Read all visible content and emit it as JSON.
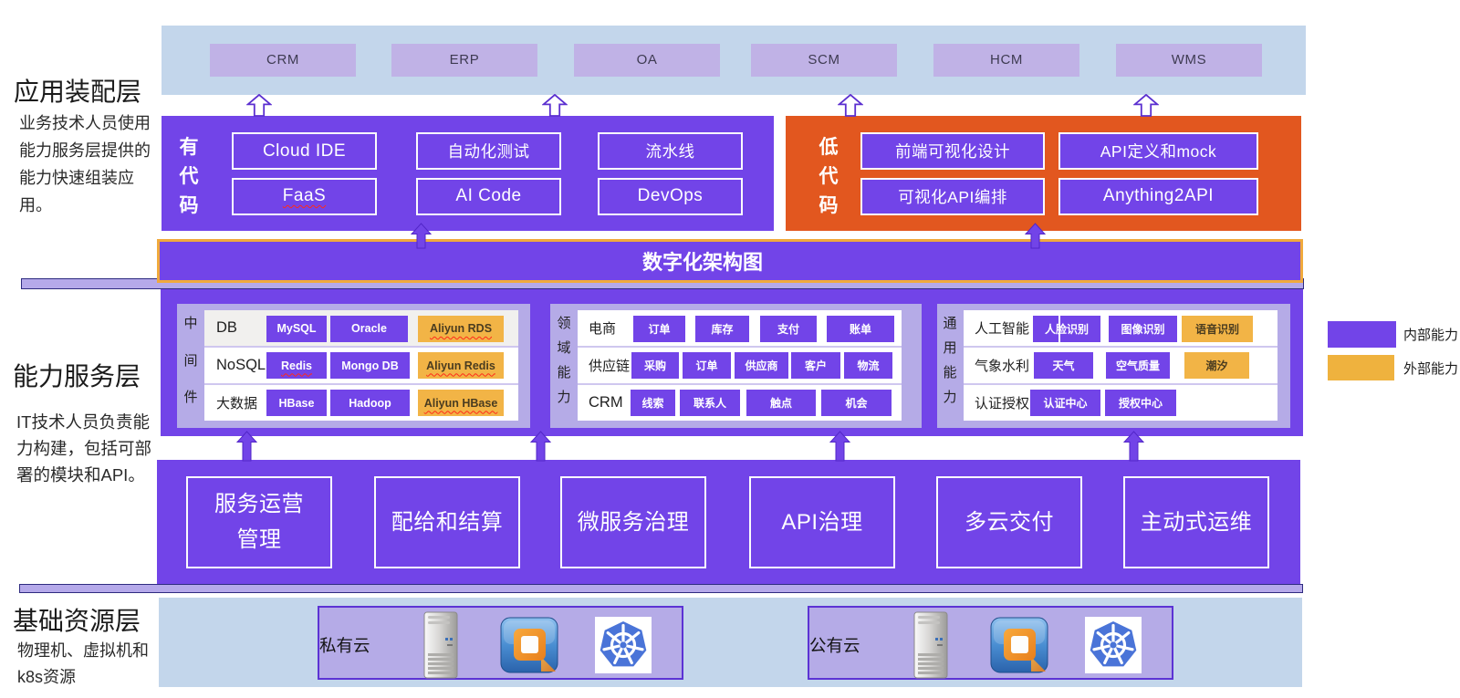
{
  "colors": {
    "purple": "#7244E8",
    "lavender_app_box": "#C0B2E6",
    "group_bg": "#B5ABE7",
    "separator_fill": "#B5A9EA",
    "separator_border": "#2E2B80",
    "orange_band": "#E2571F",
    "orange_chip": "#F2B446",
    "light_blue": "#C3D6EB",
    "bar_border": "#F0A93C",
    "cloud_box": "#B5ABE7",
    "cloud_box_border": "#5C33D4"
  },
  "left_panel": {
    "sections": [
      {
        "title": "应用装配层",
        "lines": [
          "业务技术人员使用",
          "能力服务层提供的",
          "能力快速组装应",
          "用。"
        ]
      },
      {
        "title": "能力服务层",
        "lines": [
          "IT技术人员负责能",
          "力构建，包括可部",
          "署的模块和API。"
        ]
      },
      {
        "title": "基础资源层",
        "lines": [
          "物理机、虚拟机和",
          "k8s资源"
        ]
      }
    ]
  },
  "app_band": {
    "apps": [
      "CRM",
      "ERP",
      "OA",
      "SCM",
      "HCM",
      "WMS"
    ]
  },
  "procode_band": {
    "label": "有代码",
    "boxes": [
      {
        "label": "Cloud IDE"
      },
      {
        "label": "自动化测试"
      },
      {
        "label": "流水线"
      },
      {
        "label": "FaaS",
        "misspelled": true
      },
      {
        "label": "AI Code"
      },
      {
        "label": "DevOps"
      }
    ]
  },
  "lowcode_band": {
    "label": "低代码",
    "boxes": [
      {
        "label": "前端可视化设计"
      },
      {
        "label": "API定义和mock"
      },
      {
        "label": "可视化API编排"
      },
      {
        "label": "Anything2API"
      }
    ]
  },
  "architecture_bar": {
    "label": "数字化架构图"
  },
  "capability_band": {
    "groups": [
      {
        "label": "中间件",
        "rows": [
          {
            "label": "DB",
            "chips": [
              {
                "label": "MySQL",
                "type": "internal"
              },
              {
                "label": "Oracle",
                "type": "internal"
              },
              {
                "label": "Aliyun RDS",
                "type": "external",
                "misspelled": true
              }
            ]
          },
          {
            "label": "NoSQL",
            "chips": [
              {
                "label": "Redis",
                "type": "internal",
                "misspelled": true
              },
              {
                "label": "Mongo DB",
                "type": "internal"
              },
              {
                "label": "Aliyun Redis",
                "type": "external",
                "misspelled": true
              }
            ]
          },
          {
            "label": "大数据",
            "chips": [
              {
                "label": "HBase",
                "type": "internal"
              },
              {
                "label": "Hadoop",
                "type": "internal"
              },
              {
                "label": "Aliyun HBase",
                "type": "external",
                "misspelled": true
              }
            ]
          }
        ]
      },
      {
        "label": "领域能力",
        "rows": [
          {
            "label": "电商",
            "chips": [
              {
                "label": "订单",
                "type": "internal"
              },
              {
                "label": "库存",
                "type": "internal"
              },
              {
                "label": "支付",
                "type": "internal"
              },
              {
                "label": "账单",
                "type": "internal"
              }
            ]
          },
          {
            "label": "供应链",
            "chips": [
              {
                "label": "采购",
                "type": "internal"
              },
              {
                "label": "订单",
                "type": "internal"
              },
              {
                "label": "供应商",
                "type": "internal"
              },
              {
                "label": "客户",
                "type": "internal"
              },
              {
                "label": "物流",
                "type": "internal"
              }
            ]
          },
          {
            "label": "CRM",
            "chips": [
              {
                "label": "线索",
                "type": "internal"
              },
              {
                "label": "联系人",
                "type": "internal"
              },
              {
                "label": "触点",
                "type": "internal"
              },
              {
                "label": "机会",
                "type": "internal"
              }
            ]
          }
        ]
      },
      {
        "label": "通用能力",
        "rows": [
          {
            "label": "人工智能",
            "chips": [
              {
                "label": "人脸识别",
                "type": "internal"
              },
              {
                "label": "图像识别",
                "type": "internal"
              },
              {
                "label": "语音识别",
                "type": "external"
              }
            ]
          },
          {
            "label": "气象水利",
            "chips": [
              {
                "label": "天气",
                "type": "internal"
              },
              {
                "label": "空气质量",
                "type": "internal"
              },
              {
                "label": "潮汐",
                "type": "external"
              }
            ]
          },
          {
            "label": "认证授权",
            "chips": [
              {
                "label": "认证中心",
                "type": "internal"
              },
              {
                "label": "授权中心",
                "type": "internal"
              }
            ]
          }
        ]
      }
    ]
  },
  "legend": {
    "items": [
      {
        "label": "内部能力",
        "color": "#7244E8"
      },
      {
        "label": "外部能力",
        "color": "#EFB23E"
      }
    ]
  },
  "platform_band": {
    "boxes": [
      {
        "line1": "服务运营",
        "line2": "管理"
      },
      {
        "line1": "配给和结算"
      },
      {
        "line1": "微服务治理"
      },
      {
        "line1": "API治理"
      },
      {
        "line1": "多云交付"
      },
      {
        "line1": "主动式运维"
      }
    ]
  },
  "infra_band": {
    "clouds": [
      {
        "label": "私有云",
        "icons": [
          "server-icon",
          "vmware-icon",
          "kubernetes-icon"
        ]
      },
      {
        "label": "公有云",
        "icons": [
          "server-icon",
          "vmware-icon",
          "kubernetes-icon"
        ]
      }
    ]
  }
}
